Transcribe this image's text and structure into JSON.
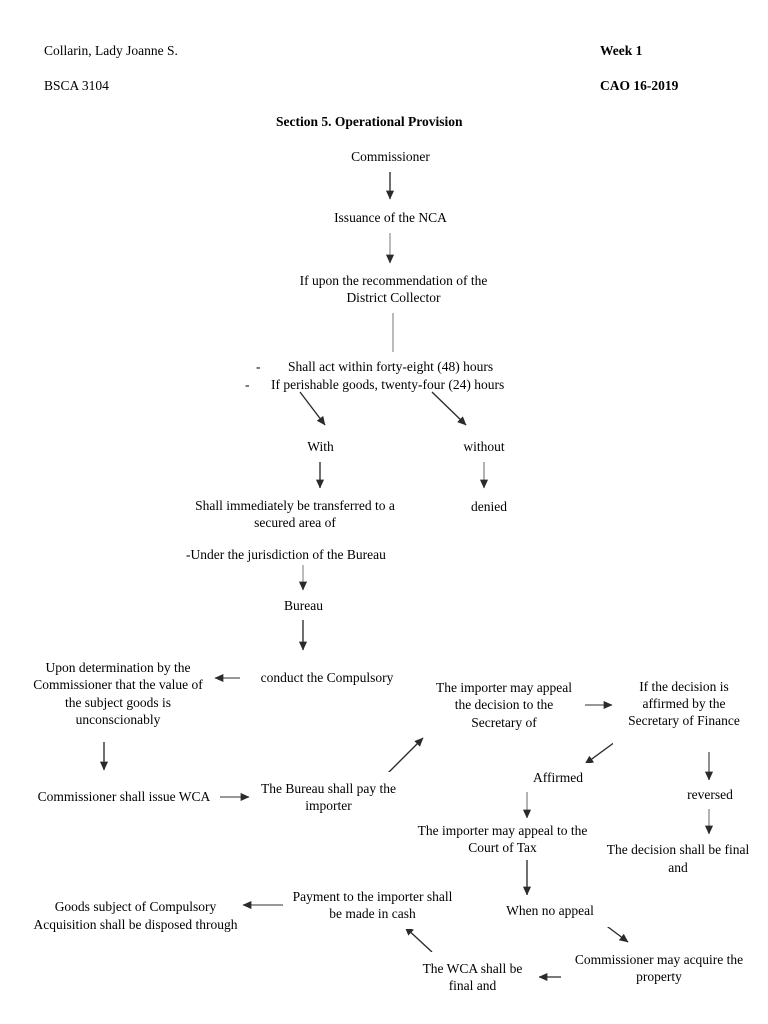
{
  "document": {
    "header": {
      "student_name": "Collarin, Lady Joanne S.",
      "course_code": "BSCA 3104",
      "week": "Week 1",
      "reference": "CAO 16-2019"
    },
    "title": "Section 5. Operational Provision"
  },
  "notes": {
    "bullet_dash": "-",
    "bullet_1": "Shall act within forty-eight (48) hours",
    "bullet_2": "If perishable goods, twenty-four (24) hours",
    "jurisdiction_note": "-Under the jurisdiction of the Bureau"
  },
  "colors": {
    "box_border": "#77b153",
    "arrow_dark": "#3a3a3a",
    "arrow_gray": "#808080",
    "text": "#000000",
    "background": "#ffffff"
  },
  "flowchart": {
    "type": "flowchart",
    "nodes": [
      {
        "id": "commissioner",
        "label": "Commissioner"
      },
      {
        "id": "issuance-nca",
        "label": "Issuance of the NCA"
      },
      {
        "id": "recommendation",
        "label": "If upon the recommendation of the District Collector"
      },
      {
        "id": "with",
        "label": "With"
      },
      {
        "id": "without",
        "label": "without"
      },
      {
        "id": "transferred-secured",
        "label": "Shall immediately be transferred to a secured area of"
      },
      {
        "id": "denied",
        "label": "denied"
      },
      {
        "id": "bureau",
        "label": "Bureau"
      },
      {
        "id": "conduct-compulsory",
        "label": "conduct the Compulsory"
      },
      {
        "id": "upon-determination",
        "label": "Upon determination by the Commissioner that the value of the subject goods is unconscionably"
      },
      {
        "id": "issue-wca",
        "label": "Commissioner shall issue WCA"
      },
      {
        "id": "bureau-pay",
        "label": "The Bureau shall pay the importer"
      },
      {
        "id": "appeal-secretary",
        "label": "The importer may appeal the decision to the Secretary of"
      },
      {
        "id": "affirmed-by-sof",
        "label": "If the decision is affirmed by the Secretary of Finance"
      },
      {
        "id": "affirmed",
        "label": "Affirmed"
      },
      {
        "id": "reversed",
        "label": "reversed"
      },
      {
        "id": "appeal-court-tax",
        "label": "The importer may appeal to the Court of Tax"
      },
      {
        "id": "decision-final",
        "label": "The decision shall be final and"
      },
      {
        "id": "when-no-appeal",
        "label": "When no appeal"
      },
      {
        "id": "may-acquire",
        "label": "Commissioner may acquire the property"
      },
      {
        "id": "wca-final",
        "label": "The WCA shall be final and"
      },
      {
        "id": "payment-cash",
        "label": "Payment to the importer shall be made in cash"
      },
      {
        "id": "goods-disposed",
        "label": "Goods subject of Compulsory Acquisition shall be disposed through"
      }
    ],
    "edges": [
      {
        "from": "commissioner",
        "to": "issuance-nca"
      },
      {
        "from": "issuance-nca",
        "to": "recommendation"
      },
      {
        "from": "recommendation",
        "to": "with"
      },
      {
        "from": "recommendation",
        "to": "without"
      },
      {
        "from": "with",
        "to": "transferred-secured"
      },
      {
        "from": "without",
        "to": "denied"
      },
      {
        "from": "transferred-secured",
        "to": "bureau"
      },
      {
        "from": "bureau",
        "to": "conduct-compulsory"
      },
      {
        "from": "conduct-compulsory",
        "to": "upon-determination"
      },
      {
        "from": "upon-determination",
        "to": "issue-wca"
      },
      {
        "from": "issue-wca",
        "to": "bureau-pay"
      },
      {
        "from": "bureau-pay",
        "to": "appeal-secretary"
      },
      {
        "from": "appeal-secretary",
        "to": "affirmed-by-sof"
      },
      {
        "from": "affirmed-by-sof",
        "to": "affirmed"
      },
      {
        "from": "affirmed-by-sof",
        "to": "reversed"
      },
      {
        "from": "affirmed",
        "to": "appeal-court-tax"
      },
      {
        "from": "reversed",
        "to": "decision-final"
      },
      {
        "from": "appeal-court-tax",
        "to": "when-no-appeal"
      },
      {
        "from": "when-no-appeal",
        "to": "may-acquire"
      },
      {
        "from": "may-acquire",
        "to": "wca-final"
      },
      {
        "from": "wca-final",
        "to": "payment-cash"
      },
      {
        "from": "payment-cash",
        "to": "goods-disposed"
      }
    ]
  }
}
